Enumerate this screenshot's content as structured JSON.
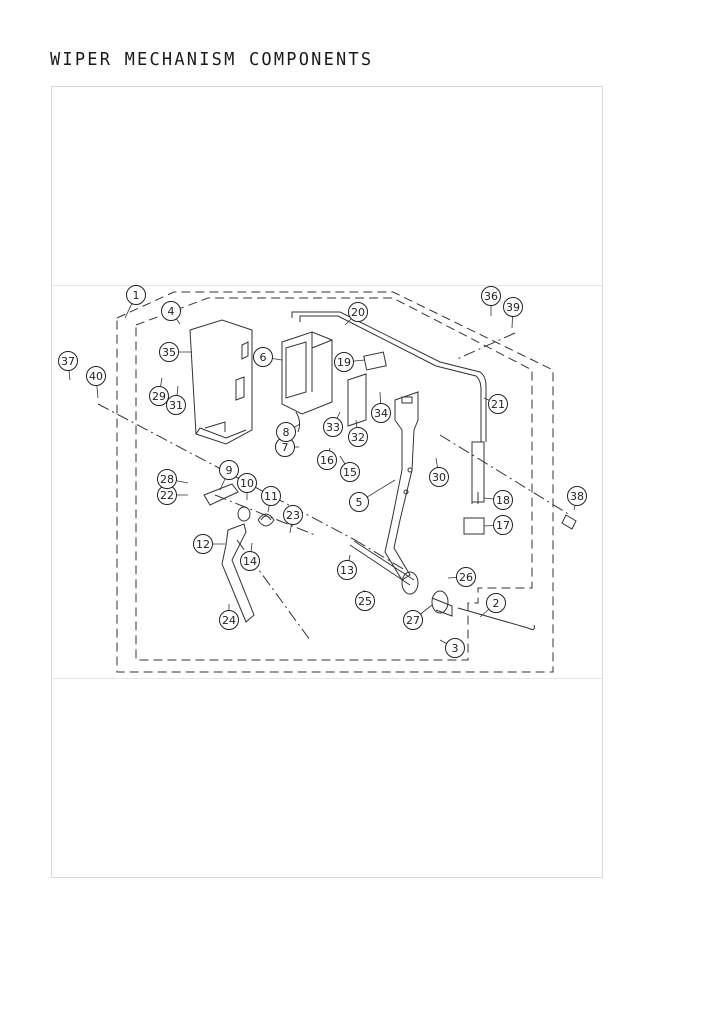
{
  "title": "WIPER MECHANISM COMPONENTS",
  "callouts": [
    {
      "id": "c1",
      "label": "1"
    },
    {
      "id": "c2",
      "label": "2"
    },
    {
      "id": "c3",
      "label": "3"
    },
    {
      "id": "c4",
      "label": "4"
    },
    {
      "id": "c5",
      "label": "5"
    },
    {
      "id": "c6",
      "label": "6"
    },
    {
      "id": "c7",
      "label": "7"
    },
    {
      "id": "c8",
      "label": "8"
    },
    {
      "id": "c9",
      "label": "9"
    },
    {
      "id": "c10",
      "label": "10"
    },
    {
      "id": "c11",
      "label": "11"
    },
    {
      "id": "c12",
      "label": "12"
    },
    {
      "id": "c13",
      "label": "13"
    },
    {
      "id": "c14",
      "label": "14"
    },
    {
      "id": "c15",
      "label": "15"
    },
    {
      "id": "c16",
      "label": "16"
    },
    {
      "id": "c17",
      "label": "17"
    },
    {
      "id": "c18",
      "label": "18"
    },
    {
      "id": "c19",
      "label": "19"
    },
    {
      "id": "c20",
      "label": "20"
    },
    {
      "id": "c21",
      "label": "21"
    },
    {
      "id": "c22",
      "label": "22"
    },
    {
      "id": "c23",
      "label": "23"
    },
    {
      "id": "c24",
      "label": "24"
    },
    {
      "id": "c25",
      "label": "25"
    },
    {
      "id": "c26",
      "label": "26"
    },
    {
      "id": "c27",
      "label": "27"
    },
    {
      "id": "c28",
      "label": "28"
    },
    {
      "id": "c29",
      "label": "29"
    },
    {
      "id": "c30",
      "label": "30"
    },
    {
      "id": "c31",
      "label": "31"
    },
    {
      "id": "c32",
      "label": "32"
    },
    {
      "id": "c33",
      "label": "33"
    },
    {
      "id": "c34",
      "label": "34"
    },
    {
      "id": "c35",
      "label": "35"
    },
    {
      "id": "c36",
      "label": "36"
    },
    {
      "id": "c37",
      "label": "37"
    },
    {
      "id": "c38",
      "label": "38"
    },
    {
      "id": "c39",
      "label": "39"
    },
    {
      "id": "c40",
      "label": "40"
    }
  ]
}
